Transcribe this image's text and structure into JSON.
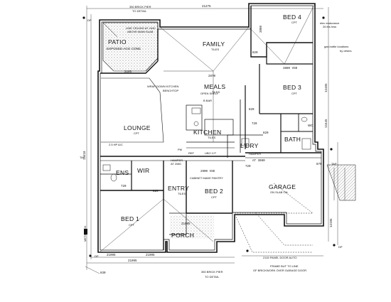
{
  "rooms": {
    "patio": "PATIO",
    "patio_note": "EXPOSED AGG CONC",
    "family": "FAMILY",
    "family_sub": "TILES",
    "bed4": "BED 4",
    "bed4_sub": "CPT",
    "bed3": "BED 3",
    "bed3_sub": "CPT",
    "meals": "MEALS",
    "meals_sub": "TILES",
    "lounge": "LOUNGE",
    "lounge_sub": "CPT",
    "kitchen": "KITCHEN",
    "kitchen_sub": "TILES",
    "bath": "BATH",
    "wc": "WC",
    "ldry": "L'DRY",
    "ens": "ENS",
    "wir": "WIR",
    "entry": "ENTRY",
    "entry_sub": "TILES",
    "bed2": "BED 2",
    "bed2_sub": "CPT",
    "garage": "GARAGE",
    "garage_sub": "ON SLAB ON",
    "bed1": "BED 1",
    "bed1_sub": "CPT",
    "porch": "PORCH"
  },
  "notes": {
    "brick_pier_top_1": "350 BRICK PIER",
    "brick_pier_top_2": "TO DETAIL",
    "line_ceiling_1": "LINE CEILING AT 2440",
    "line_ceiling_2": "ABOVE MAIN SLAB",
    "wrap_kitchen_1": "WRAP DOWN KITCHEN",
    "wrap_kitchen_2": "BENCHTOP",
    "open_shelf": "OPEN SHELF",
    "bar": "B BAR",
    "ac": "2.5 HP A/C",
    "hamper_1": "HAMPER",
    "hamper_2": "AT 2080",
    "hamper_ldry": "HAMPER",
    "cabinet_pantry": "CABINET MADE PANTRY",
    "gas_bottle_1": "gas bottle locations",
    "gas_bottle_2": "by others",
    "hw_1": "elec endurance",
    "hw_2": "26 ltrs hws",
    "garage_door": "2115 PANEL DOOR AUTO",
    "frame_1": "FRAME BUT TO LINE",
    "frame_2": "OF BRICKWORK OVER GARAGE DOOR",
    "brick_pier_bot_1": "350 BRICK PIER",
    "brick_pier_bot_2": "TO DETAIL",
    "dp": "DP",
    "tap": "TAP",
    "meterbox": "METERBOX",
    "ref": "REF",
    "pm": "PM",
    "uc": "UBO C/T"
  },
  "dims": {
    "top_21275": "21275",
    "side_14410": "14410",
    "patio_2105": "2105",
    "bed4_3880": "3880",
    "bed3_3880": "3880 VSD",
    "meals_2870": "2870",
    "bed2_2900": "2900 VSD",
    "bot_21095": "21095",
    "bot_21095b": "21095",
    "bot_21095c": "21095",
    "porch_21095": "21095",
    "d820a": "820",
    "d820b": "820",
    "d820c": "820",
    "d820d": "820",
    "d720a": "720",
    "d720b": "720",
    "d720c": "720",
    "d870": "870",
    "d830": "830",
    "d12485": "12485",
    "d11645": "11645",
    "d12195": "12195",
    "d3080": "AT 3080"
  }
}
